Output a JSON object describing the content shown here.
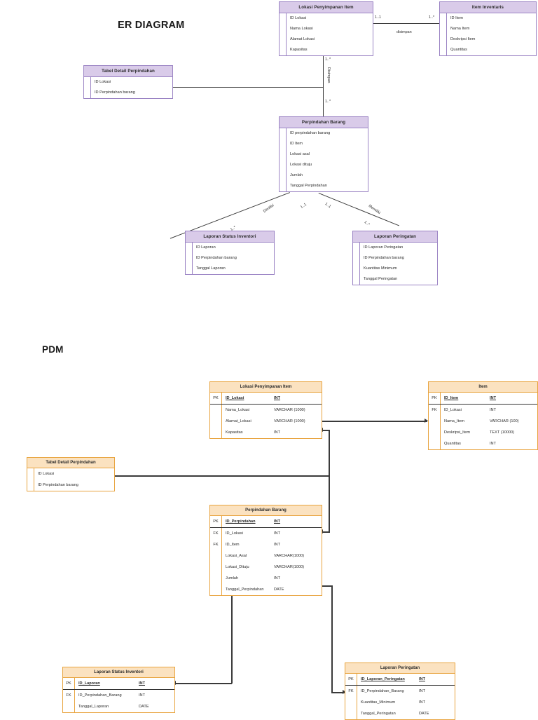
{
  "page": {
    "er_title": "ER DIAGRAM",
    "pdm_title": "PDM"
  },
  "er": {
    "entities": [
      {
        "id": "lokasi-penyimpanan-item",
        "title": "Lokasi Penyimpanan Item",
        "attributes": [
          "ID Lokasi",
          "Nama Lokasi",
          "Alamat Lokasi",
          "Kapasitas"
        ]
      },
      {
        "id": "item-inventaris",
        "title": "Item Inventaris",
        "attributes": [
          "ID Item",
          "Nama Item",
          "Deskripsi Item",
          "Quantitas"
        ]
      },
      {
        "id": "tabel-detail-perpindahan",
        "title": "Tabel Detail Perpindahan",
        "attributes": [
          "ID Lokasi",
          "ID Perpindahan barang"
        ]
      },
      {
        "id": "perpindahan-barang",
        "title": "Perpindahan Barang",
        "attributes": [
          "ID perpindahan barang",
          "ID Item",
          "Lokasi asal",
          "Lokasi dituju",
          "Jumlah",
          "Tanggal Perpindahan"
        ]
      },
      {
        "id": "laporan-status-inventori",
        "title": "Laporan Status Inventori",
        "attributes": [
          "ID Laporan",
          "ID Perpindahan barang",
          "Tanggal Laporan"
        ]
      },
      {
        "id": "laporan-peringatan",
        "title": "Laporan Peringatan",
        "attributes": [
          "ID Laporan Peringatan",
          "ID Perpindahan barang",
          "Kuantitas Minimum",
          "Tanggal Peringatan"
        ]
      }
    ],
    "relationships": [
      {
        "id": "disimpan",
        "label": "disimpan",
        "left_cardinality": "1..1",
        "right_cardinality": "1..*"
      },
      {
        "id": "disimpan-vertical",
        "label": "Disimpan",
        "top_cardinality": "1..*",
        "bottom_cardinality": "1..*"
      },
      {
        "id": "dimiliki",
        "label": "Dimiliki",
        "near_cardinality": "1..1",
        "far_cardinality": "1..*"
      },
      {
        "id": "memiliki",
        "label": "Memiliki",
        "near_cardinality": "1..1",
        "far_cardinality": "1..*"
      }
    ]
  },
  "pdm": {
    "tables": [
      {
        "id": "lokasi-penyimpanan-item",
        "title": "Lokasi Penyimpanan Item",
        "rows": [
          {
            "key": "PK",
            "column": "ID_Lokasi",
            "type": "INT",
            "is_pk": true
          },
          {
            "key": "",
            "column": "Nama_Lokasi",
            "type": "VARCHAR (1000)",
            "is_pk": false
          },
          {
            "key": "",
            "column": "Alamat_Lokasi",
            "type": "VARCHAR (1000)",
            "is_pk": false
          },
          {
            "key": "",
            "column": "Kapasitas",
            "type": "INT",
            "is_pk": false
          }
        ]
      },
      {
        "id": "item",
        "title": "Item",
        "rows": [
          {
            "key": "PK",
            "column": "ID_Item",
            "type": "INT",
            "is_pk": true
          },
          {
            "key": "FK",
            "column": "ID_Lokasi",
            "type": "INT",
            "is_pk": false
          },
          {
            "key": "",
            "column": "Nama_Item",
            "type": "VARCHAR (100)",
            "is_pk": false
          },
          {
            "key": "",
            "column": "Deskripsi_Item",
            "type": "TEXT (10000)",
            "is_pk": false
          },
          {
            "key": "",
            "column": "Quantitas",
            "type": "INT",
            "is_pk": false
          }
        ]
      },
      {
        "id": "tabel-detail-perpindahan",
        "title": "Tabel Detail Perpindahan",
        "rows": [
          {
            "key": "",
            "column": "ID Lokasi",
            "type": "",
            "is_pk": false
          },
          {
            "key": "",
            "column": "ID Perpindahan barang",
            "type": "",
            "is_pk": false
          }
        ]
      },
      {
        "id": "perpindahan-barang",
        "title": "Perpindahan Barang",
        "rows": [
          {
            "key": "PK",
            "column": "ID_Perpindahan",
            "type": "INT",
            "is_pk": true
          },
          {
            "key": "FK",
            "column": "ID_Lokasi",
            "type": "INT",
            "is_pk": false
          },
          {
            "key": "FK",
            "column": "ID_Item",
            "type": "INT",
            "is_pk": false
          },
          {
            "key": "",
            "column": "Lokasi_Asal",
            "type": "VARCHAR(1000)",
            "is_pk": false
          },
          {
            "key": "",
            "column": "Lokasi_Dituju",
            "type": "VARCHAR(1000)",
            "is_pk": false
          },
          {
            "key": "",
            "column": "Jumlah",
            "type": "INT",
            "is_pk": false
          },
          {
            "key": "",
            "column": "Tanggal_Perpindahan",
            "type": "DATE",
            "is_pk": false
          }
        ]
      },
      {
        "id": "laporan-status-inventori",
        "title": "Laporan Status Inventori",
        "rows": [
          {
            "key": "PK",
            "column": "ID_Laporan",
            "type": "INT",
            "is_pk": true
          },
          {
            "key": "FK",
            "column": "ID_Perpindahan_Barang",
            "type": "INT",
            "is_pk": false
          },
          {
            "key": "",
            "column": "Tanggal_Laporan",
            "type": "DATE",
            "is_pk": false
          }
        ]
      },
      {
        "id": "laporan-peringatan",
        "title": "Laporan Peringatan",
        "rows": [
          {
            "key": "PK",
            "column": "ID_Laporan_Peringatan",
            "type": "INT",
            "is_pk": true
          },
          {
            "key": "FK",
            "column": "ID_Perpindahan_Barang",
            "type": "INT",
            "is_pk": false
          },
          {
            "key": "",
            "column": "Kuantitas_Minimum",
            "type": "INT",
            "is_pk": false
          },
          {
            "key": "",
            "column": "Tanggal_Peringatan",
            "type": "DATE",
            "is_pk": false
          }
        ]
      }
    ]
  },
  "colors": {
    "er_header_fill": "#d9cbe9",
    "er_border": "#9b84c4",
    "pdm_header_fill": "#fbe2c0",
    "pdm_border": "#e8a33d",
    "connector": "#3a3a3a"
  }
}
